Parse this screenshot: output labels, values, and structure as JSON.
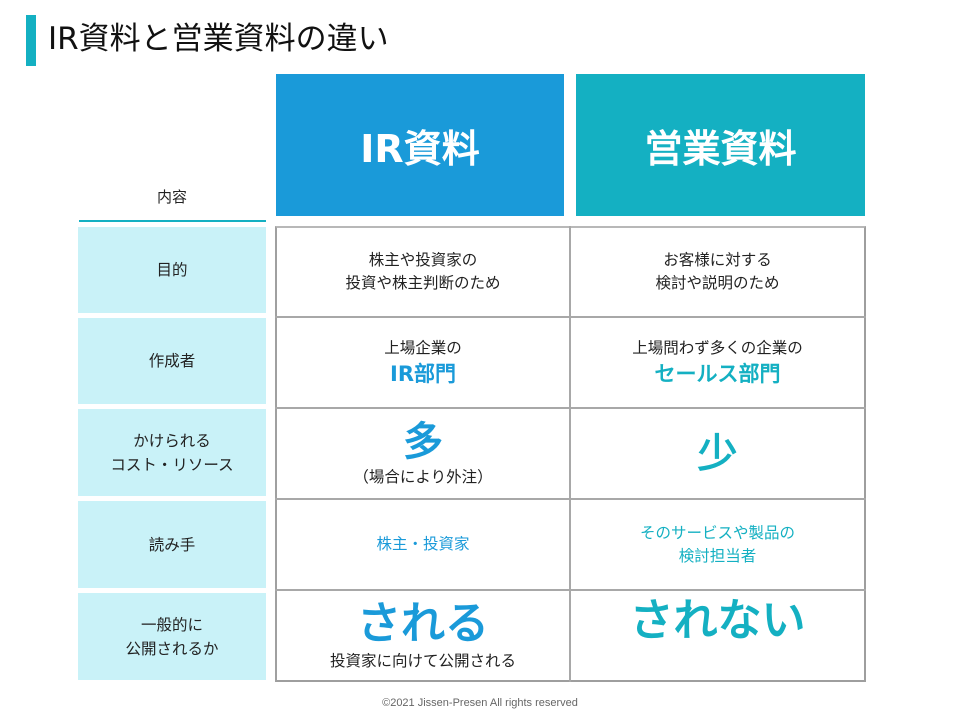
{
  "title": "IR資料と営業資料の違い",
  "colors": {
    "accent": "#14b0c2",
    "ir_blue": "#1a9ad9",
    "sales_teal": "#14b0c2",
    "label_bg": "#c9f2f8"
  },
  "columns": {
    "label_header": "内容",
    "ir": "IR資料",
    "sales": "営業資料"
  },
  "rows": [
    {
      "label": "目的",
      "ir": {
        "text": "株主や投資家の\n投資や株主判断のため"
      },
      "sales": {
        "text": "お客様に対する\n検討や説明のため"
      }
    },
    {
      "label": "作成者",
      "ir": {
        "text": "上場企業の",
        "emphasis": "IR部門"
      },
      "sales": {
        "text": "上場問わず多くの企業の",
        "emphasis": "セールス部門"
      }
    },
    {
      "label": "かけられる\nコスト・リソース",
      "ir": {
        "emphasis": "多",
        "note": "（場合により外注）"
      },
      "sales": {
        "emphasis": "少"
      }
    },
    {
      "label": "読み手",
      "ir": {
        "text": "株主・投資家"
      },
      "sales": {
        "text": "そのサービスや製品の\n検討担当者"
      }
    },
    {
      "label": "一般的に\n公開されるか",
      "ir": {
        "emphasis": "される",
        "note": "投資家に向けて公開される"
      },
      "sales": {
        "emphasis": "されない"
      }
    }
  ],
  "footer": "©2021 Jissen-Presen All rights reserved"
}
